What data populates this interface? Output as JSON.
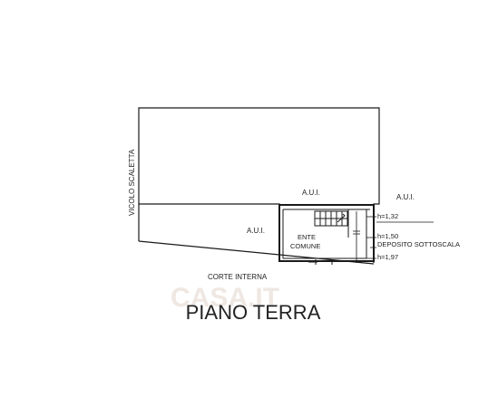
{
  "floor_plan": {
    "title": "PIANO TERRA",
    "watermark": "CASA.IT",
    "labels": {
      "street": "VICOLO SCALETTA",
      "courtyard": "CORTE INTERNA",
      "aui_left": "A.U.I.",
      "aui_top": "A.U.I.",
      "aui_right": "A.U.I.",
      "room_line1": "ENTE",
      "room_line2": "COMUNE",
      "storage": "DEPOSITO SOTTOSCALA"
    },
    "heights": {
      "h1": "h=1,32",
      "h2": "h=1,50",
      "h3": "h=1,97"
    }
  },
  "colors": {
    "line": "#1a1a1a",
    "text": "#222222",
    "watermark": "#efe7e2"
  }
}
